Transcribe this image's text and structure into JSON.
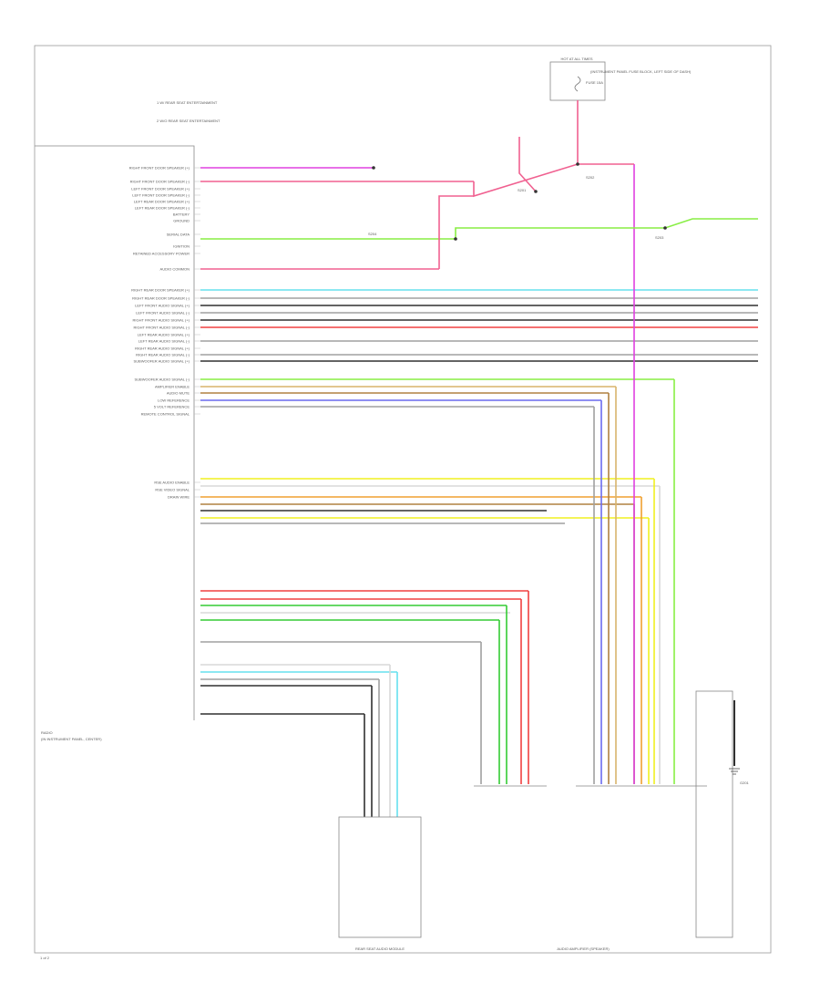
{
  "diagram": {
    "page_number": "1 of 2",
    "legend": [
      "1  W/ REAR SEAT ENTERTAINMENT",
      "2  W/O REAR SEAT ENTERTAINMENT"
    ],
    "module_name": "RADIO",
    "module_location": "(IN INSTRUMENT PANEL, CENTER)",
    "fuse_block": {
      "name": "HOT AT ALL TIMES",
      "fuse": "FUSE 15A",
      "location": "(INSTRUMENT PANEL FUSE BLOCK, LEFT SIDE OF DASH)"
    },
    "bottom_modules": [
      "REAR SEAT AUDIO MODULE",
      "AUDIO AMPLIFIER (SPEAKER)"
    ],
    "splices": [
      "S201",
      "S202",
      "S203",
      "S204"
    ],
    "ground": "G201",
    "radio_pins": [
      {
        "row": 1,
        "label": "RIGHT FRONT DOOR SPEAKER (+)"
      },
      {
        "row": 2,
        "label": "RIGHT FRONT DOOR SPEAKER (-)"
      },
      {
        "row": 3,
        "label": "LEFT FRONT DOOR SPEAKER (+)"
      },
      {
        "row": 4,
        "label": "LEFT FRONT DOOR SPEAKER (-)"
      },
      {
        "row": 5,
        "label": "LEFT REAR DOOR SPEAKER (+)"
      },
      {
        "row": 6,
        "label": "LEFT REAR DOOR SPEAKER (-)"
      },
      {
        "row": 7,
        "label": "BATTERY"
      },
      {
        "row": 8,
        "label": "GROUND"
      },
      {
        "row": 9,
        "label": "SERIAL DATA"
      },
      {
        "row": 10,
        "label": "IGNITION"
      },
      {
        "row": 11,
        "label": "RETAINED ACCESSORY POWER"
      },
      {
        "row": 12,
        "label": "AUDIO COMMON"
      },
      {
        "row": 13,
        "label": "RIGHT REAR DOOR SPEAKER (+)"
      },
      {
        "row": 14,
        "label": "RIGHT REAR DOOR SPEAKER (-)"
      },
      {
        "row": 15,
        "label": "LEFT FRONT AUDIO SIGNAL (+)"
      },
      {
        "row": 16,
        "label": "LEFT FRONT AUDIO SIGNAL (-)"
      },
      {
        "row": 17,
        "label": "RIGHT FRONT AUDIO SIGNAL (+)"
      },
      {
        "row": 18,
        "label": "RIGHT FRONT AUDIO SIGNAL (-)"
      },
      {
        "row": 19,
        "label": "LEFT REAR AUDIO SIGNAL (+)"
      },
      {
        "row": 20,
        "label": "LEFT REAR AUDIO SIGNAL (-)"
      },
      {
        "row": 21,
        "label": "RIGHT REAR AUDIO SIGNAL (+)"
      },
      {
        "row": 22,
        "label": "RIGHT REAR AUDIO SIGNAL (-)"
      },
      {
        "row": 23,
        "label": "SUBWOOFER AUDIO SIGNAL (+)"
      },
      {
        "row": 24,
        "label": "SUBWOOFER AUDIO SIGNAL (-)"
      },
      {
        "row": 25,
        "label": "AMPLIFIER ENABLE"
      },
      {
        "row": 26,
        "label": "AUDIO MUTE"
      },
      {
        "row": 27,
        "label": "LOW REFERENCE"
      },
      {
        "row": 28,
        "label": "5 VOLT REFERENCE"
      },
      {
        "row": 29,
        "label": "REMOTE CONTROL SIGNAL"
      },
      {
        "row": 30,
        "label": "RSE AUDIO ENABLE"
      },
      {
        "row": 31,
        "label": "RSE VIDEO SIGNAL"
      },
      {
        "row": 32,
        "label": "DRAIN WIRE"
      }
    ],
    "wire_colors": {
      "PPL": "#e040e0",
      "PNK": "#f06090",
      "RED": "#f04040",
      "LT GRN": "#88ee44",
      "GRN": "#33cc33",
      "LT BLU": "#66e0ee",
      "BLU": "#6a6aee",
      "TAN": "#d9b46c",
      "BRN": "#b08040",
      "YEL": "#f0f020",
      "GRY": "#a0a0a0",
      "BLK": "#303030",
      "WHT": "#d8d8d8",
      "ORN": "#f0a030"
    }
  }
}
